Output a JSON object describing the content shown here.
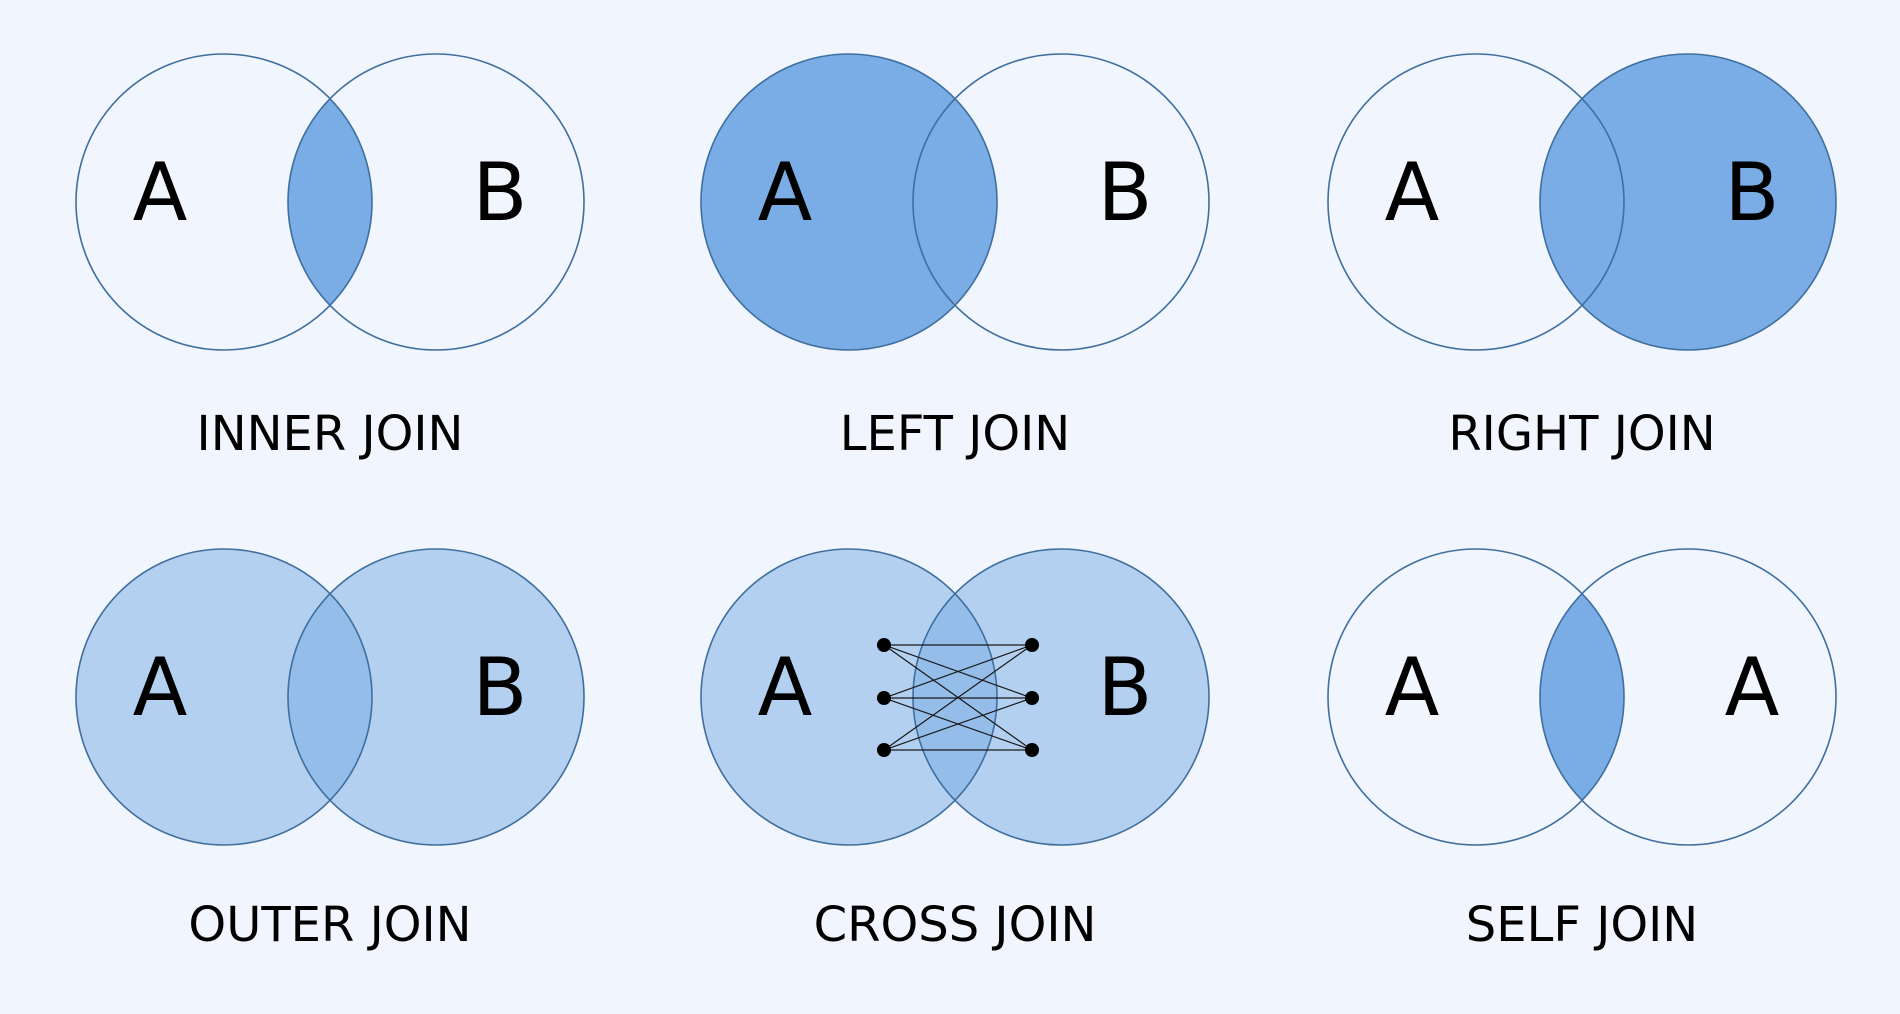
{
  "colors": {
    "background": "#f1f5fd",
    "outline": "#3f6f9e",
    "fill_strong": "#7aace5",
    "fill_light": "#b4d0f0",
    "fill_overlap": "#95bdea",
    "text": "#000000"
  },
  "joins": [
    {
      "id": "inner",
      "label": "INNER JOIN",
      "left_letter": "A",
      "right_letter": "B",
      "shade": "intersection"
    },
    {
      "id": "left",
      "label": "LEFT JOIN",
      "left_letter": "A",
      "right_letter": "B",
      "shade": "left"
    },
    {
      "id": "right",
      "label": "RIGHT JOIN",
      "left_letter": "A",
      "right_letter": "B",
      "shade": "right"
    },
    {
      "id": "outer",
      "label": "OUTER JOIN",
      "left_letter": "A",
      "right_letter": "B",
      "shade": "union"
    },
    {
      "id": "cross",
      "label": "CROSS JOIN",
      "left_letter": "A",
      "right_letter": "B",
      "shade": "cross"
    },
    {
      "id": "self",
      "label": "SELF JOIN",
      "left_letter": "A",
      "right_letter": "A",
      "shade": "intersection"
    }
  ]
}
